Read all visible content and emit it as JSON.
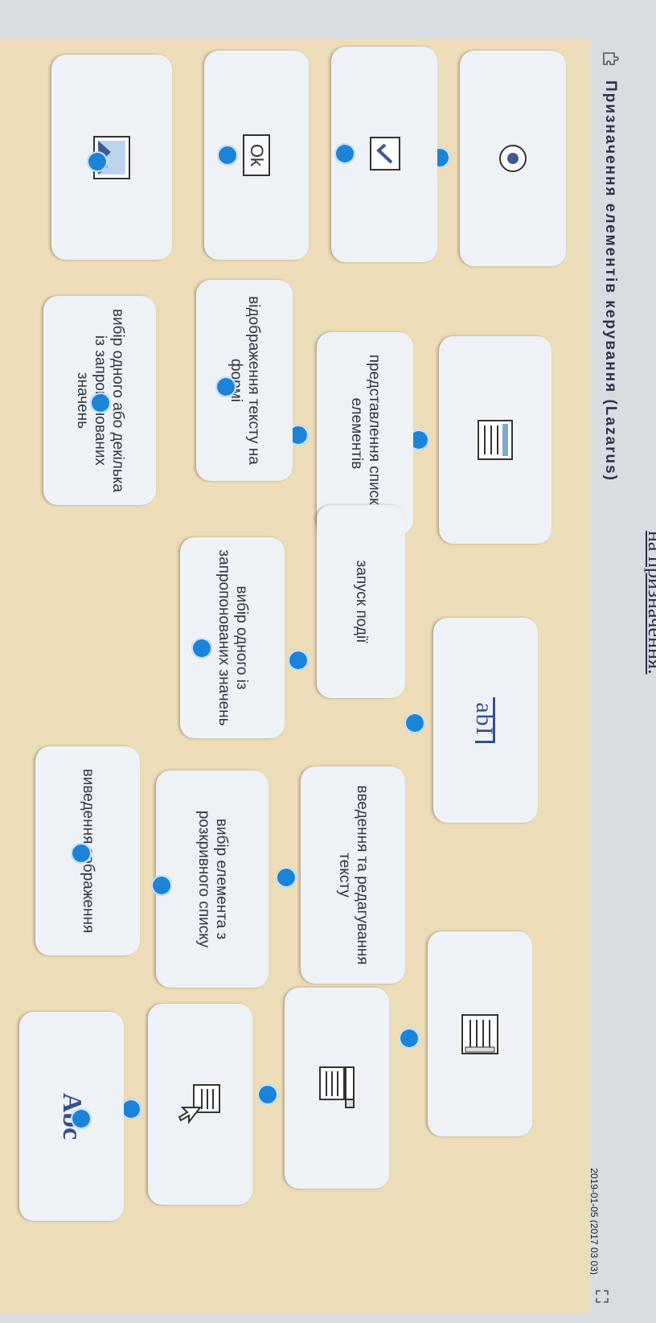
{
  "heading_cut": "на призначення.",
  "title": "Призначення елементів керування (Lazarus)",
  "timestamp": "2019-01-05 (2017 03 03)",
  "icons": {
    "title": "puzzle-icon",
    "expand": "expand-icon"
  },
  "colors": {
    "board": "#ecdcb7",
    "card": "#eef1f6",
    "connector_dot": "#1c84d8"
  },
  "cards": {
    "radio_icon": "radio-button-icon",
    "checkbox_icon": "checkbox-icon",
    "button_ok_label": "Ok",
    "image_icon": "image-icon",
    "listbox_icon": "listbox-icon",
    "edit_label": "abI",
    "memo_icon": "memo-icon",
    "combobox_icon": "combobox-icon",
    "list_cursor_icon": "list-cursor-icon",
    "label_label": "Abc",
    "list_representation": "представлення списку елементів",
    "text_display": "відображення тексту на формі",
    "multi_select": "вибір одного або декілька із запропонованих значень",
    "event_start": "запуск події",
    "single_select": "вибір одного із запропонованих значень",
    "text_edit": "введення та редагування тексту",
    "dropdown_select": "вибір елемента з розкривного списку",
    "image_output": "виведення зображення"
  }
}
